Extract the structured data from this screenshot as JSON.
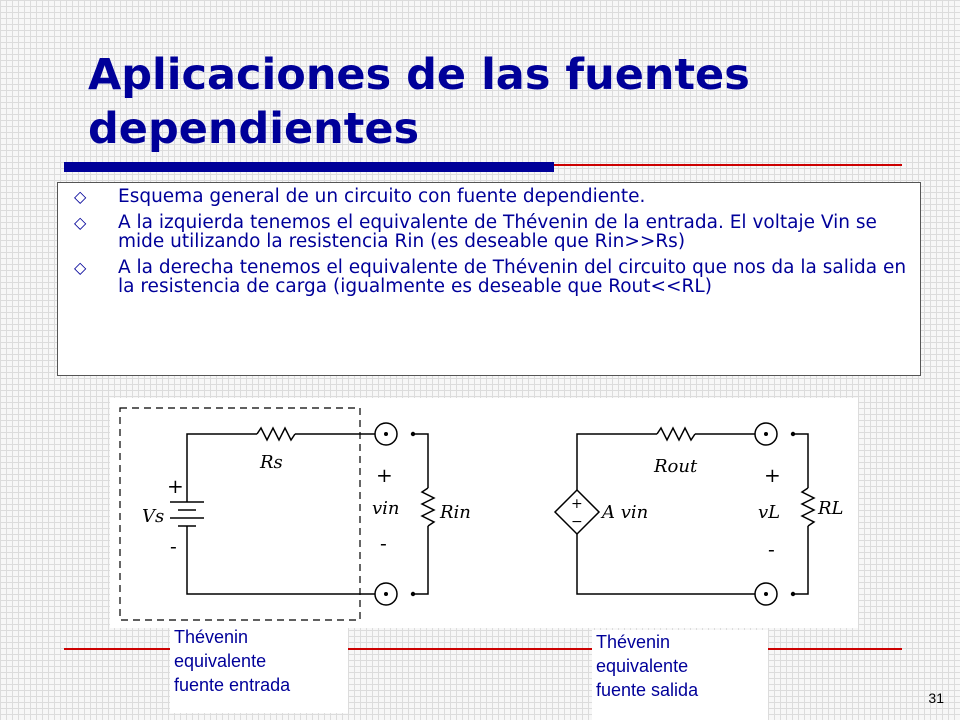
{
  "slide": {
    "title": "Aplicaciones de las fuentes dependientes",
    "bullets": [
      {
        "marker": "◇",
        "text": "Esquema general de un circuito con fuente dependiente."
      },
      {
        "marker": "◇",
        "text": "A la izquierda tenemos el equivalente de Thévenin de la entrada. El voltaje Vin se mide utilizando la resistencia Rin (es deseable que Rin>>Rs)"
      },
      {
        "marker": "◇",
        "text": "A la derecha tenemos el equivalente de Thévenin del circuito que nos da la salida en la resistencia de carga (igualmente es deseable que Rout<<RL)"
      }
    ],
    "page_number": "31"
  },
  "circuit": {
    "left": {
      "source_label": "Vs",
      "source_plus": "+",
      "source_minus": "-",
      "series_resistor_label": "Rs",
      "load_plus": "+",
      "load_voltage_label": "vin",
      "load_minus": "-",
      "load_resistor_label": "Rin"
    },
    "right": {
      "source_label": "A vin",
      "source_plus": "+",
      "source_minus": "−",
      "series_resistor_label": "Rout",
      "load_plus": "+",
      "load_voltage_label": "vL",
      "load_minus": "-",
      "load_resistor_label": "RL"
    }
  },
  "captions": {
    "left": [
      "Thévenin",
      "equivalente",
      "fuente entrada"
    ],
    "right": [
      "Thévenin",
      "equivalente",
      "fuente salida"
    ]
  },
  "icons": {
    "bullet": "diamond-outline-icon",
    "terminal": "circled-dot-terminal-icon"
  },
  "colors": {
    "title": "#000099",
    "text": "#000099",
    "rule_thick": "#000099",
    "rule_thin": "#cc0000"
  }
}
